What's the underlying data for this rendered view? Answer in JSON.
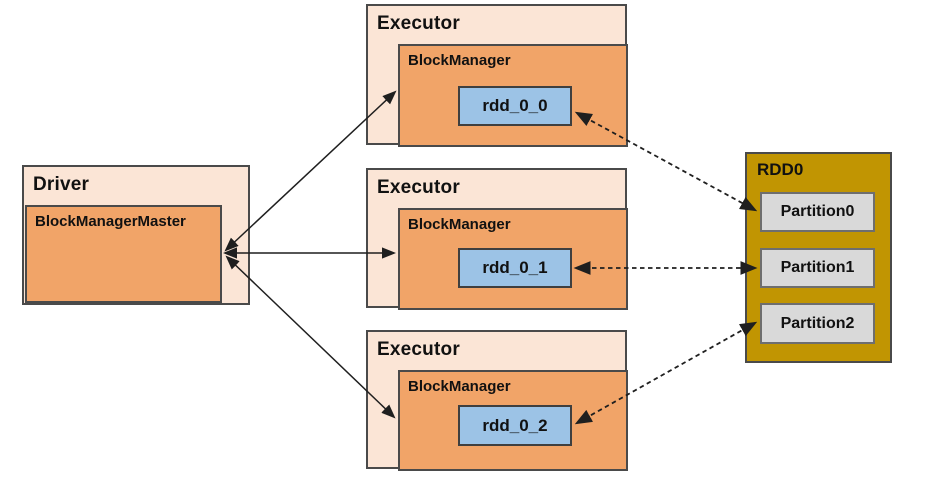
{
  "diagram": {
    "driver": {
      "title": "Driver",
      "manager": "BlockManagerMaster"
    },
    "executors": [
      {
        "title": "Executor",
        "manager": "BlockManager",
        "block": "rdd_0_0"
      },
      {
        "title": "Executor",
        "manager": "BlockManager",
        "block": "rdd_0_1"
      },
      {
        "title": "Executor",
        "manager": "BlockManager",
        "block": "rdd_0_2"
      }
    ],
    "rdd": {
      "title": "RDD0",
      "partitions": [
        "Partition0",
        "Partition1",
        "Partition2"
      ]
    },
    "connections": {
      "solid_bidirectional": [
        {
          "from": "BlockManagerMaster",
          "to": "BlockManager (Executor 1)"
        },
        {
          "from": "BlockManagerMaster",
          "to": "BlockManager (Executor 2)"
        },
        {
          "from": "BlockManagerMaster",
          "to": "BlockManager (Executor 3)"
        }
      ],
      "dashed_bidirectional": [
        {
          "from": "rdd_0_0",
          "to": "Partition0"
        },
        {
          "from": "rdd_0_1",
          "to": "Partition1"
        },
        {
          "from": "rdd_0_2",
          "to": "Partition2"
        }
      ]
    },
    "colors": {
      "container_fill": "#FBE5D6",
      "manager_fill": "#F1A468",
      "block_fill": "#9CC3E6",
      "rdd_fill": "#C19502",
      "partition_fill": "#D9D9D9",
      "border": "#4A4A4A",
      "arrow": "#1F1F1F"
    }
  }
}
